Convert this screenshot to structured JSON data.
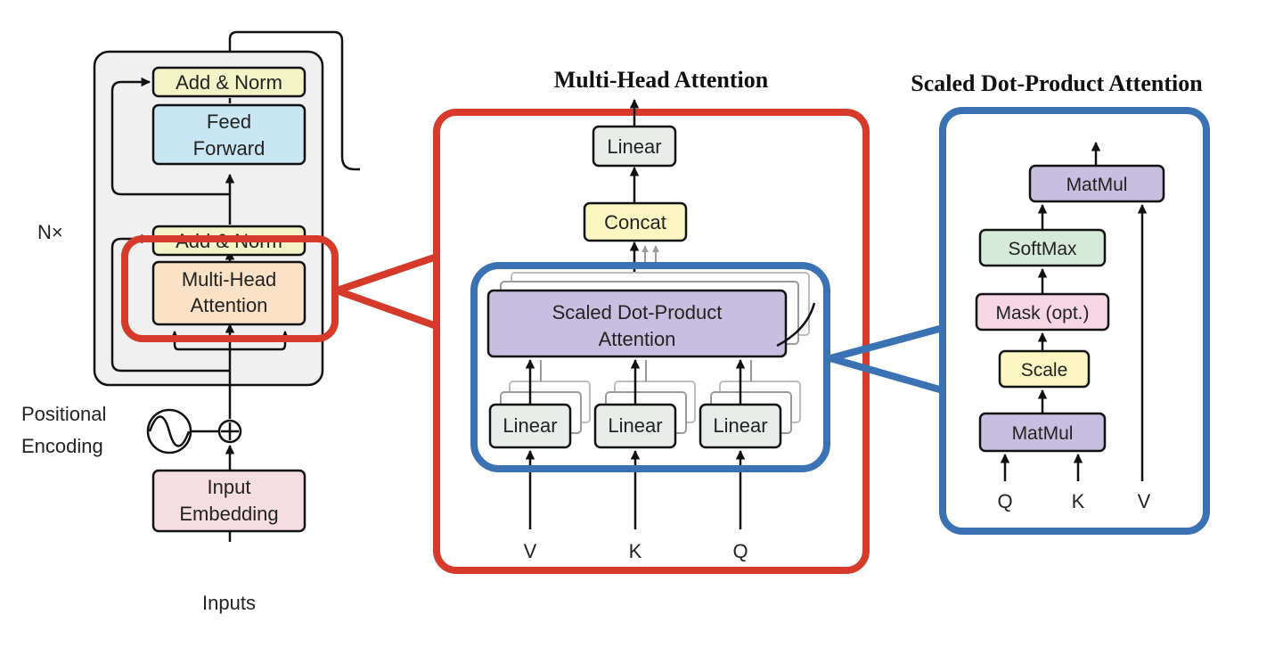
{
  "encoder": {
    "add_norm_top": "Add & Norm",
    "feed_forward_line1": "Feed",
    "feed_forward_line2": "Forward",
    "add_norm_bottom": "Add & Norm",
    "mha_line1": "Multi-Head",
    "mha_line2": "Attention",
    "nx_label": "N×",
    "positional_line1": "Positional",
    "positional_line2": "Encoding",
    "input_emb_line1": "Input",
    "input_emb_line2": "Embedding",
    "inputs_label": "Inputs"
  },
  "mha": {
    "title": "Multi-Head Attention",
    "linear_out": "Linear",
    "concat": "Concat",
    "sdpa_line1": "Scaled Dot-Product",
    "sdpa_line2": "Attention",
    "linears": [
      "Linear",
      "Linear",
      "Linear"
    ],
    "inputs": [
      "V",
      "K",
      "Q"
    ]
  },
  "sdpa": {
    "title": "Scaled Dot-Product Attention",
    "matmul_top": "MatMul",
    "softmax": "SoftMax",
    "mask": "Mask (opt.)",
    "scale": "Scale",
    "matmul_bottom": "MatMul",
    "inputs": [
      "Q",
      "K",
      "V"
    ]
  },
  "colors": {
    "red_highlight": "#d63a2a",
    "blue_highlight": "#3a72b4",
    "add_norm_fill": "#f2f3c6",
    "feed_forward_fill": "#c8e6f4",
    "mha_fill": "#fbe1c6",
    "input_emb_fill": "#f6dde2",
    "linear_fill": "#e9edea",
    "concat_fill": "#fbf6c2",
    "sdpa_fill": "#c8bfe0",
    "softmax_fill": "#d6ead8",
    "mask_fill": "#f6d6e4",
    "scale_fill": "#fbf6c2"
  }
}
